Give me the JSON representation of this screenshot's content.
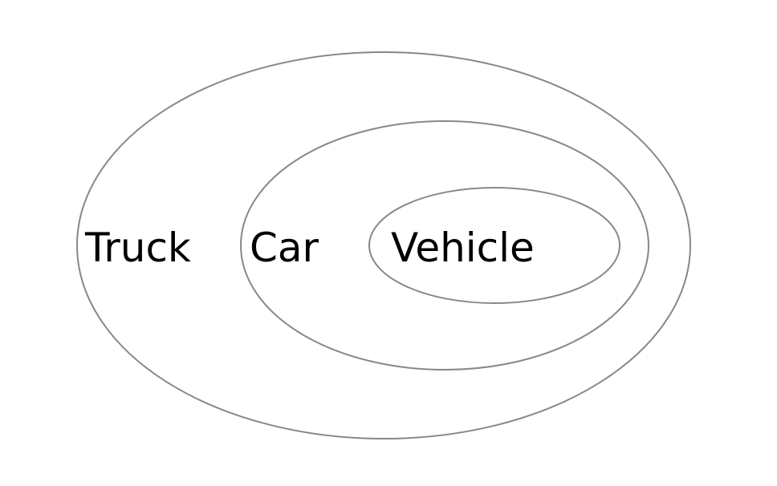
{
  "diagram": {
    "type": "nested-ellipses",
    "stroke_color": "#888888",
    "background": "#ffffff",
    "sets": [
      {
        "label": "Truck"
      },
      {
        "label": "Car"
      },
      {
        "label": "Vehicle"
      }
    ]
  }
}
